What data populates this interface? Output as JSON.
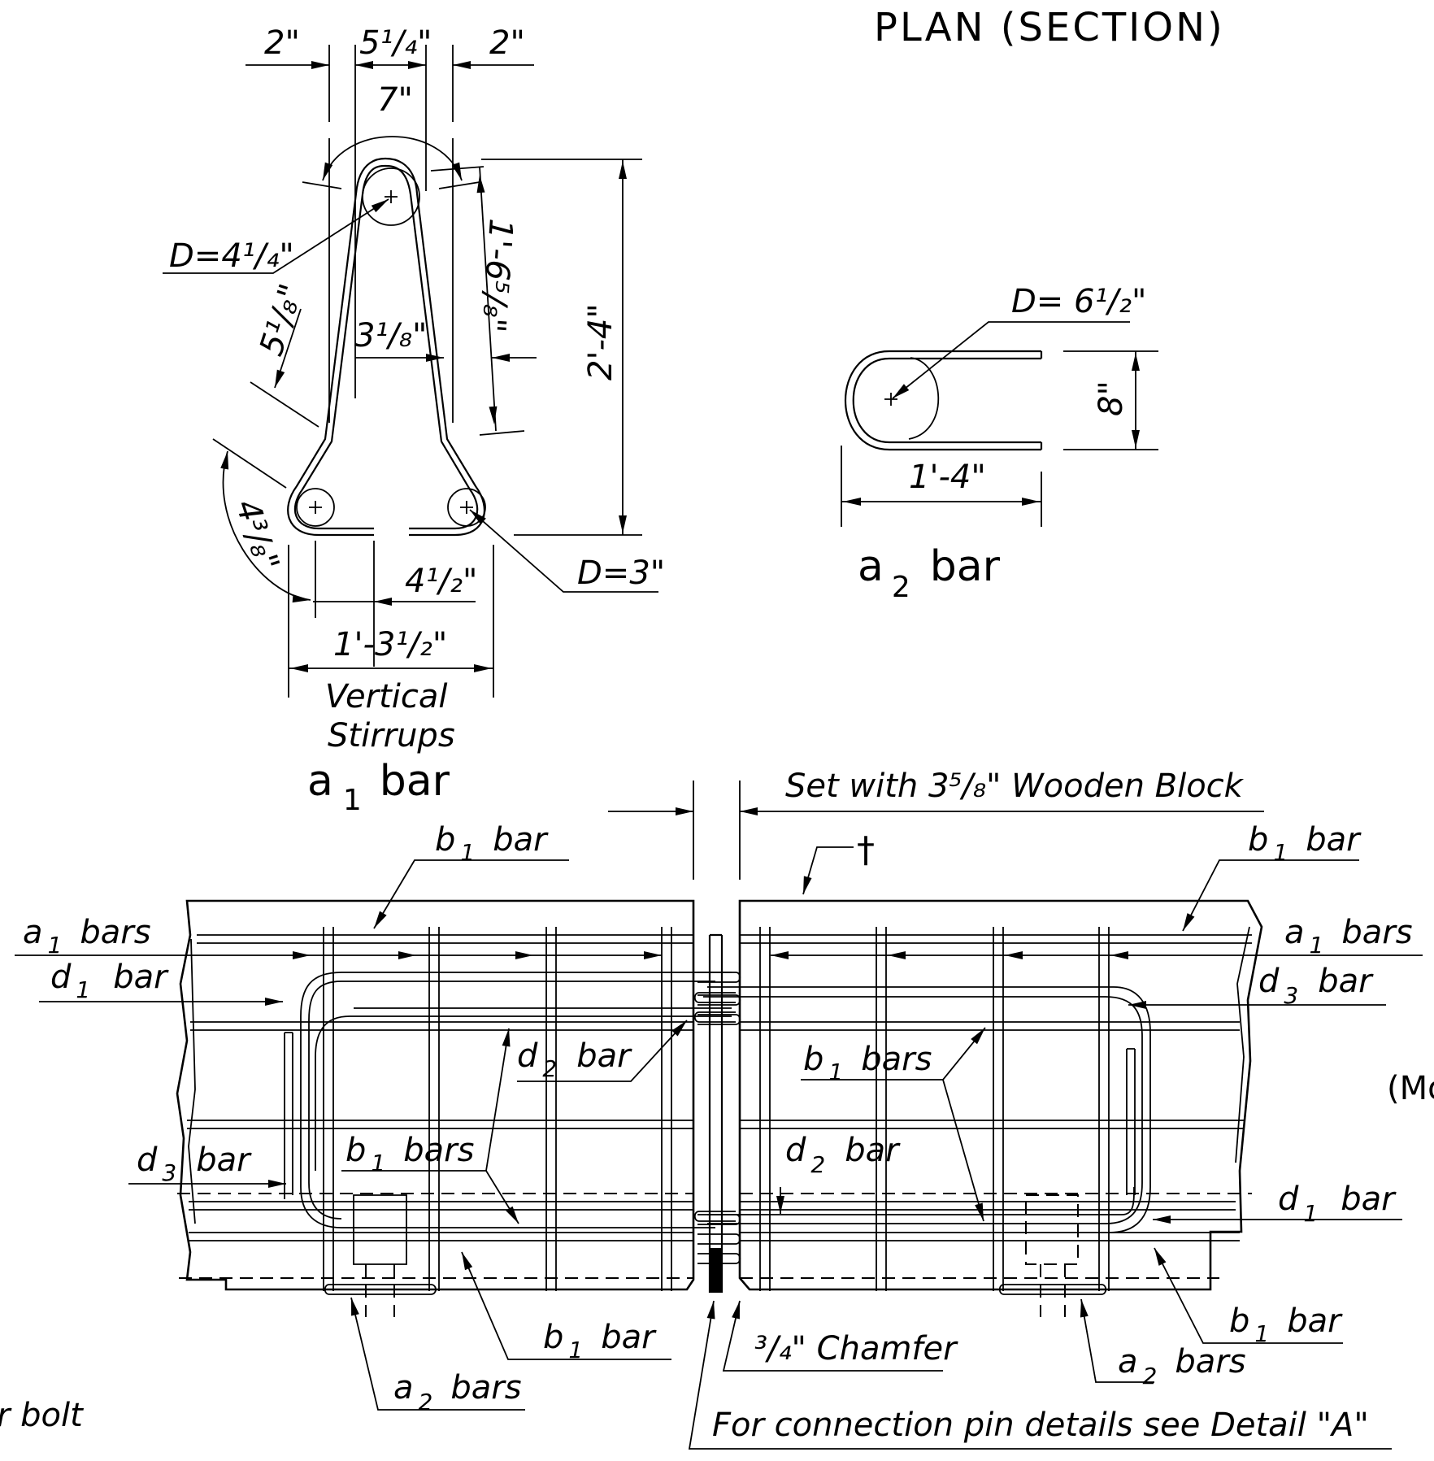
{
  "title": "PLAN (SECTION)",
  "a1_detail": {
    "dims": {
      "left_2": "2\"",
      "top_5_1_4": "5¹/₄\"",
      "right_2": "2\"",
      "top_7": "7\"",
      "pin_diam": "D=4¹/₄\"",
      "slope_5_1_8": "5¹/₈\"",
      "inner_3_1_8": "3¹/₈\"",
      "leg_1_6_5_8": "1'-6⁵/₈\"",
      "height_2_4": "2'-4\"",
      "arc_4_3_8": "4³/₈\"",
      "gap_4_1_2": "4¹/₂\"",
      "bend_diam": "D=3\"",
      "width_1_3_1_2": "1'-3¹/₂\""
    },
    "caption_line1": "Vertical",
    "caption_line2": "Stirrups",
    "bar_letter": "a",
    "bar_sub": "1",
    "bar_word": "bar"
  },
  "a2_detail": {
    "diam": "D= 6¹/₂\"",
    "height": "8\"",
    "length": "1'-4\"",
    "bar_letter": "a",
    "bar_sub": "2",
    "bar_word": "bar"
  },
  "plan": {
    "wooden_block": "Set with 3⁵/₈\" Wooden Block",
    "dagger": "†",
    "right_edge_text": "(Mo",
    "left_edge_text": "r  bolt",
    "chamfer": "³/₄\" Chamfer",
    "pin_note": "For connection pin details see Detail \"A\"",
    "labels": {
      "b1_bar_top_left": {
        "l": "b",
        "s": "1",
        "w": "bar"
      },
      "a1_bars_left": {
        "l": "a",
        "s": "1",
        "w": "bars"
      },
      "d1_bar_left": {
        "l": "d",
        "s": "1",
        "w": "bar"
      },
      "d2_bar_left": {
        "l": "d",
        "s": "2",
        "w": "bar"
      },
      "d3_bar_left": {
        "l": "d",
        "s": "3",
        "w": "bar"
      },
      "b1_bars_left": {
        "l": "b",
        "s": "1",
        "w": "bars"
      },
      "b1_bar_bottom_left": {
        "l": "b",
        "s": "1",
        "w": "bar"
      },
      "a2_bars_left": {
        "l": "a",
        "s": "2",
        "w": "bars"
      },
      "b1_bar_top_right": {
        "l": "b",
        "s": "1",
        "w": "bar"
      },
      "a1_bars_right": {
        "l": "a",
        "s": "1",
        "w": "bars"
      },
      "d3_bar_right": {
        "l": "d",
        "s": "3",
        "w": "bar"
      },
      "b1_bars_right": {
        "l": "b",
        "s": "1",
        "w": "bars"
      },
      "d2_bar_right": {
        "l": "d",
        "s": "2",
        "w": "bar"
      },
      "d1_bar_right": {
        "l": "d",
        "s": "1",
        "w": "bar"
      },
      "b1_bar_bottom_right": {
        "l": "b",
        "s": "1",
        "w": "bar"
      },
      "a2_bars_right": {
        "l": "a",
        "s": "2",
        "w": "bars"
      }
    }
  }
}
